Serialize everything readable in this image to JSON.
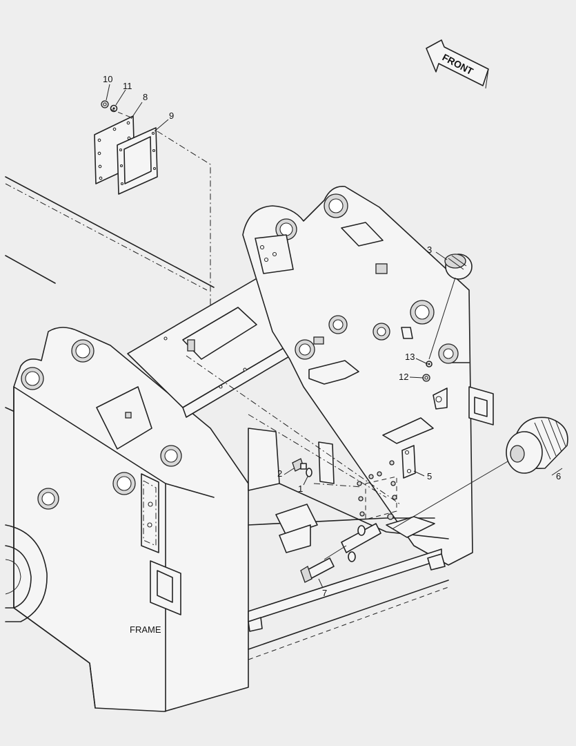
{
  "front_label": "FRONT",
  "frame_label": "FRAME",
  "callouts": [
    {
      "id": "c1",
      "text": "1"
    },
    {
      "id": "c2",
      "text": "2"
    },
    {
      "id": "c3",
      "text": "3"
    },
    {
      "id": "c5",
      "text": "5"
    },
    {
      "id": "c6",
      "text": "6"
    },
    {
      "id": "c7",
      "text": "7"
    },
    {
      "id": "c8",
      "text": "8"
    },
    {
      "id": "c9",
      "text": "9"
    },
    {
      "id": "c10",
      "text": "10"
    },
    {
      "id": "c11",
      "text": "11"
    },
    {
      "id": "c12",
      "text": "12"
    },
    {
      "id": "c13",
      "text": "13"
    }
  ]
}
